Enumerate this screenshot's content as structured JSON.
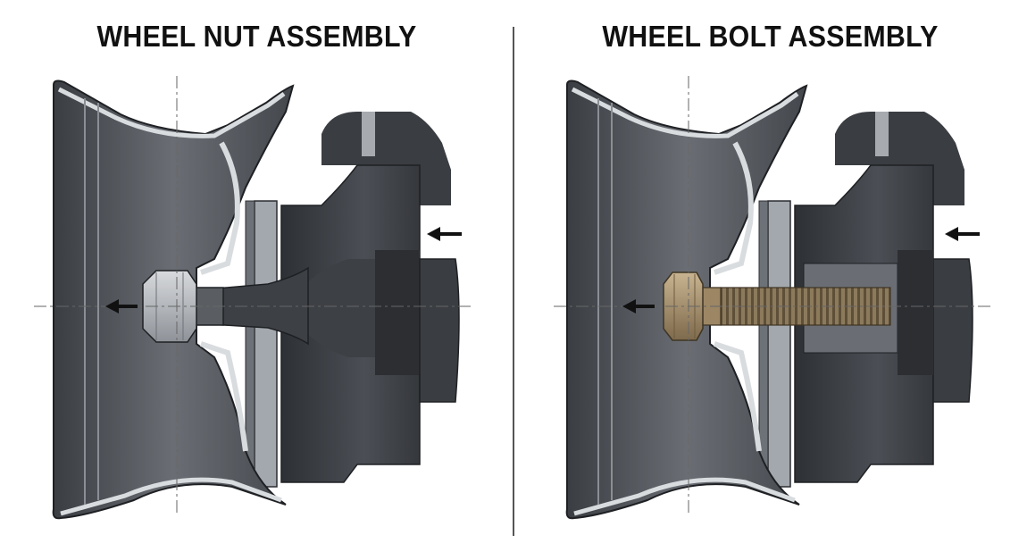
{
  "panels": [
    {
      "title": "WHEEL NUT ASSEMBLY",
      "fastener": "stud-and-lug-nut",
      "icon": "lug-nut-icon"
    },
    {
      "title": "WHEEL BOLT ASSEMBLY",
      "fastener": "threaded-bolt",
      "icon": "wheel-bolt-icon"
    }
  ],
  "colors": {
    "rim": "#5a5e63",
    "rim_dark": "#3c3f44",
    "hub": "#44474c",
    "hub_dark": "#2e3034",
    "rotor": "#9aa0a6",
    "nut": "#b9bcc0",
    "bolt": "#a08a6a",
    "arrow": "#111111",
    "background": "#ffffff"
  }
}
